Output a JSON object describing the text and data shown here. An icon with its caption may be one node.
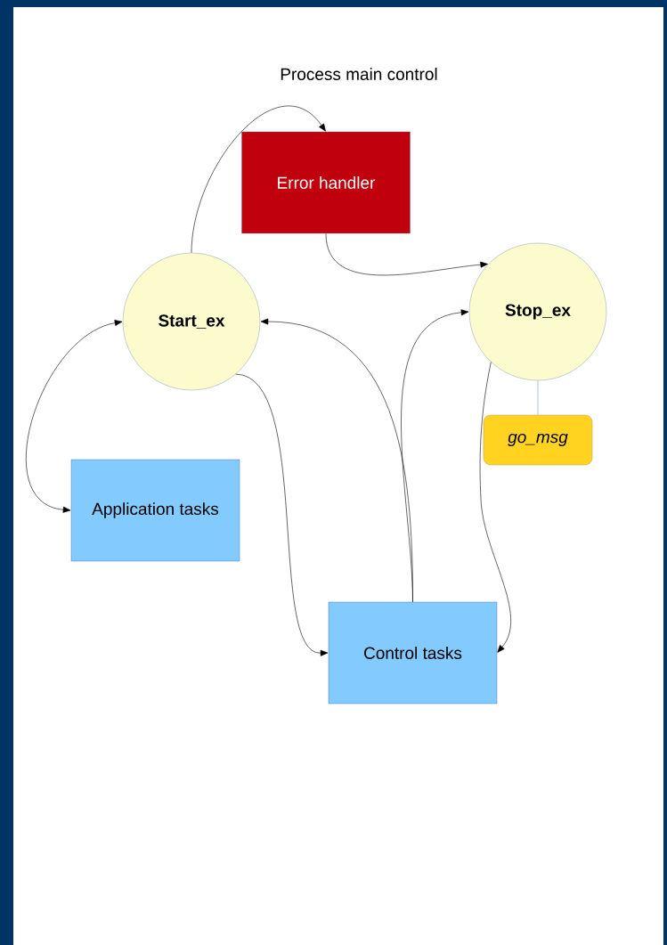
{
  "diagram": {
    "title": "Process main control",
    "nodes": [
      {
        "text": [
          "Error handler"
        ]
      },
      {
        "text": [
          "Start_ex"
        ]
      },
      {
        "text": [
          "Stop_ex"
        ]
      },
      {
        "text": [
          "go_msg"
        ]
      },
      {
        "text": [
          "Application tasks"
        ]
      },
      {
        "text": [
          "Control tasks"
        ]
      }
    ],
    "edges": [
      {
        "from": 1,
        "to": 0,
        "arrow": "to"
      },
      {
        "from": 0,
        "to": 2,
        "arrow": "to"
      },
      {
        "from": 1,
        "to": 4,
        "arrow": "both"
      },
      {
        "from": 1,
        "to": 5,
        "arrow": "to"
      },
      {
        "from": 5,
        "to": 1,
        "arrow": "to"
      },
      {
        "from": 5,
        "to": 2,
        "arrow": "to"
      },
      {
        "from": 2,
        "to": 5,
        "arrow": "to"
      },
      {
        "from": 2,
        "to": 3,
        "arrow": "none",
        "color": "#729fcf"
      }
    ]
  }
}
